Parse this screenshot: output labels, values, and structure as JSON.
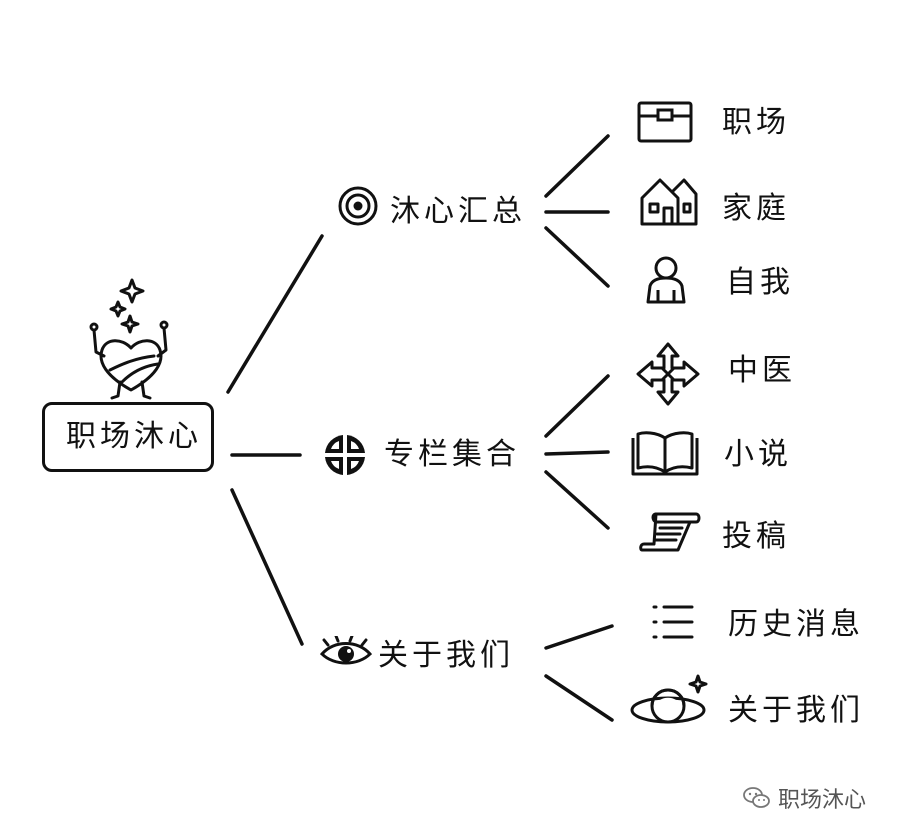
{
  "root": {
    "label": "职场沐心",
    "icon": "heart-mascot-icon"
  },
  "branches": [
    {
      "label": "沐心汇总",
      "icon": "target-icon",
      "children": [
        {
          "label": "职场",
          "icon": "briefcase-icon"
        },
        {
          "label": "家庭",
          "icon": "house-icon"
        },
        {
          "label": "自我",
          "icon": "person-icon"
        }
      ]
    },
    {
      "label": "专栏集合",
      "icon": "split-circle-icon",
      "children": [
        {
          "label": "中医",
          "icon": "compass-arrows-icon"
        },
        {
          "label": "小说",
          "icon": "open-book-icon"
        },
        {
          "label": "投稿",
          "icon": "scroll-icon"
        }
      ]
    },
    {
      "label": "关于我们",
      "icon": "eye-icon",
      "children": [
        {
          "label": "历史消息",
          "icon": "list-icon"
        },
        {
          "label": "关于我们",
          "icon": "planet-icon"
        }
      ]
    }
  ],
  "watermark": {
    "text": "职场沐心",
    "icon": "wechat-icon"
  },
  "colors": {
    "ink": "#111111",
    "background": "#ffffff",
    "watermark": "#555555"
  }
}
